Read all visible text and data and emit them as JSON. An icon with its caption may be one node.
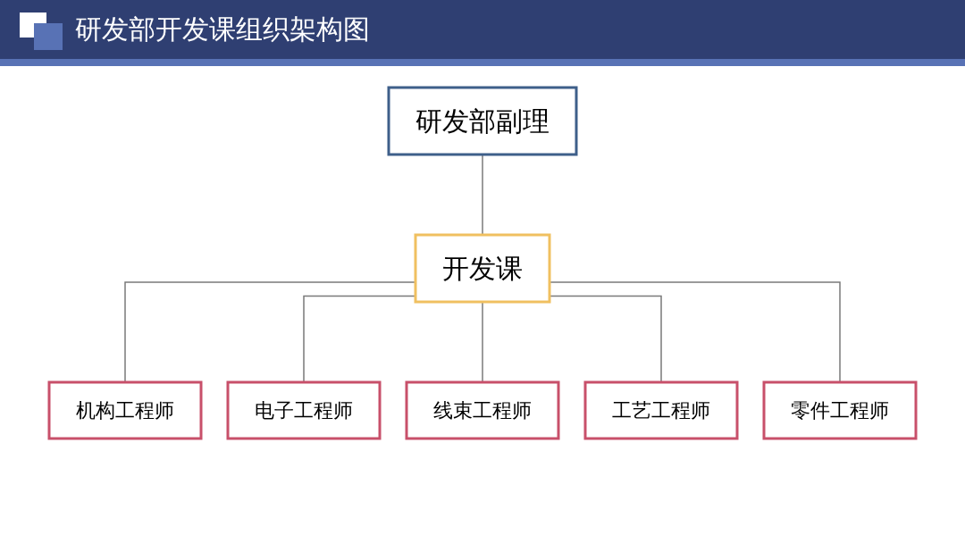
{
  "diagram": {
    "title": "研发部开发课组织架构图",
    "nodes": [
      {
        "text": [
          "研发部副理"
        ]
      },
      {
        "text": [
          "开发课"
        ]
      },
      {
        "text": [
          "机构工程师"
        ]
      },
      {
        "text": [
          "电子工程师"
        ]
      },
      {
        "text": [
          "线束工程师"
        ]
      },
      {
        "text": [
          "工艺工程师"
        ]
      },
      {
        "text": [
          "零件工程师"
        ]
      }
    ],
    "edges": [
      {
        "from": 0,
        "to": 1,
        "arrow": "none"
      },
      {
        "from": 1,
        "to": 2,
        "arrow": "none"
      },
      {
        "from": 1,
        "to": 3,
        "arrow": "none"
      },
      {
        "from": 1,
        "to": 4,
        "arrow": "none"
      },
      {
        "from": 1,
        "to": 5,
        "arrow": "none"
      },
      {
        "from": 1,
        "to": 6,
        "arrow": "none"
      }
    ]
  }
}
